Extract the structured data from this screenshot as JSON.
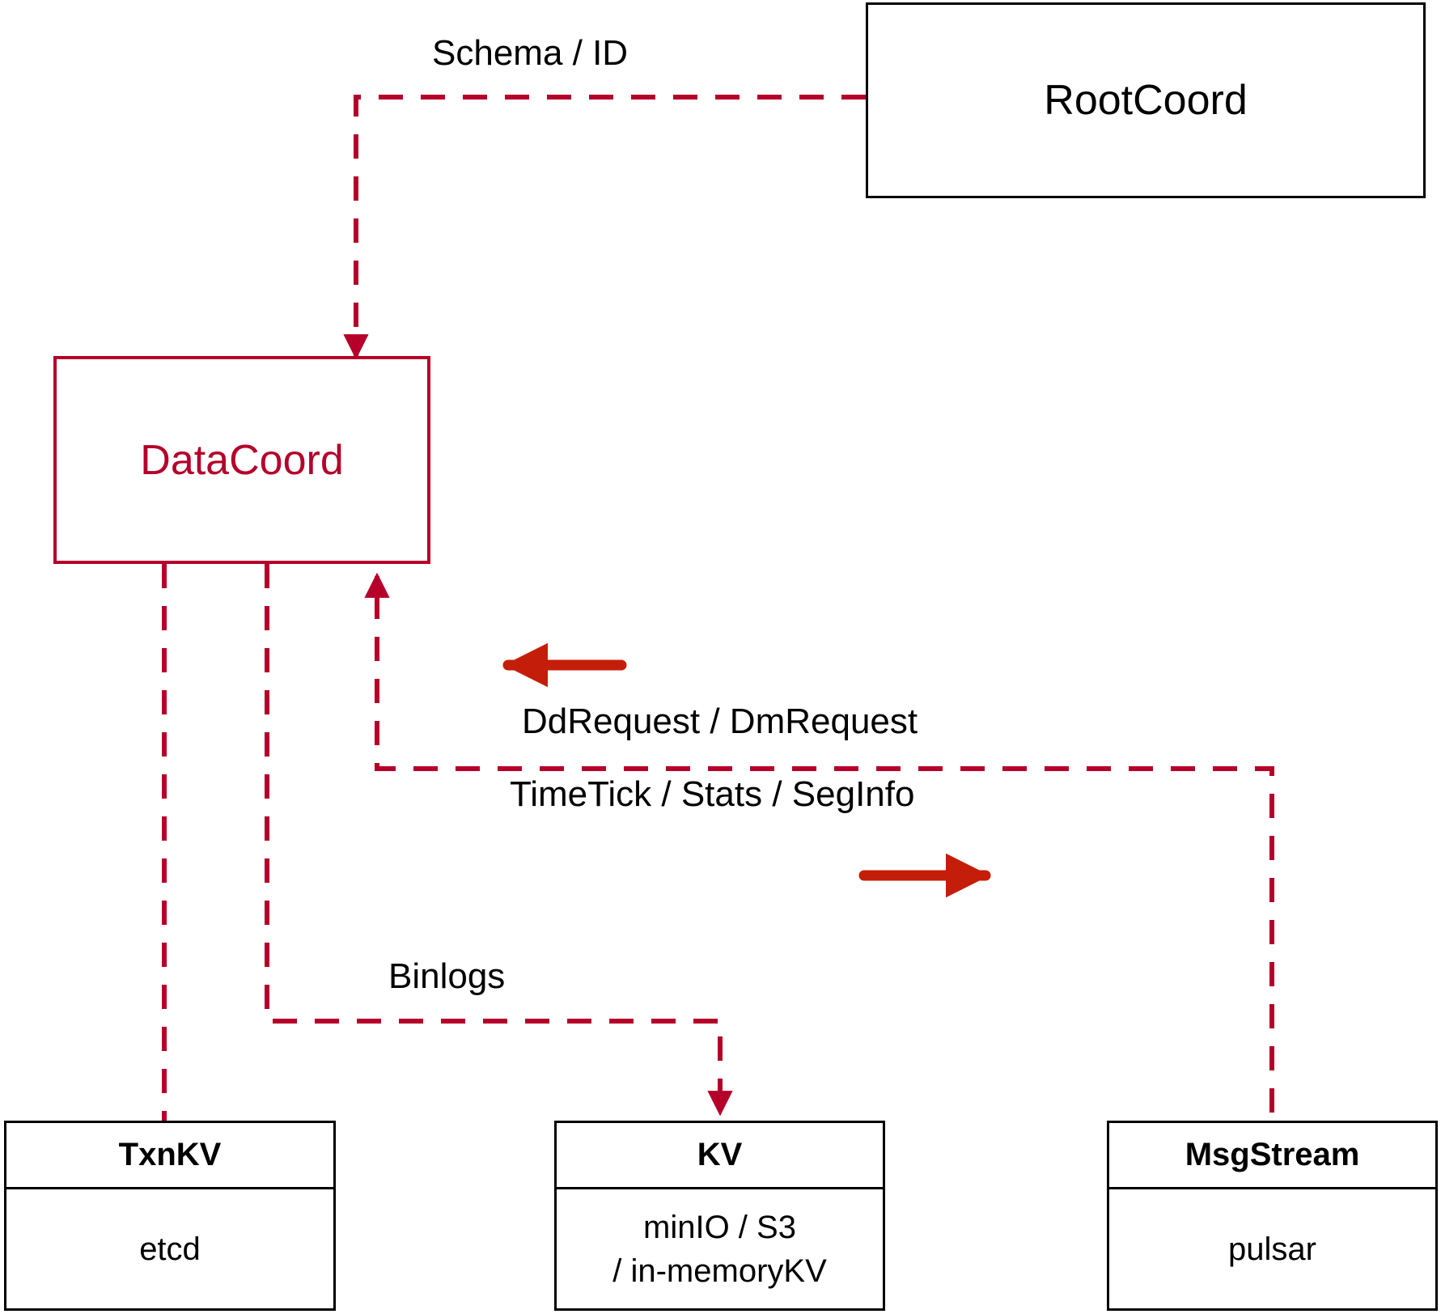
{
  "diagram": {
    "title": "DataCoord component interaction diagram",
    "colors": {
      "accent": "#b5002a",
      "arrow_solid": "#c41e0a",
      "outline": "#000000",
      "background": "#ffffff"
    },
    "nodes": [
      {
        "id": "rootcoord",
        "label": "RootCoord",
        "style": "plain"
      },
      {
        "id": "datacoord",
        "label": "DataCoord",
        "style": "accent"
      },
      {
        "id": "txnkv",
        "label": "TxnKV",
        "style": "store",
        "body": [
          "etcd"
        ]
      },
      {
        "id": "kv",
        "label": "KV",
        "style": "store",
        "body": [
          "minIO / S3",
          "/ in-memoryKV"
        ]
      },
      {
        "id": "msgstream",
        "label": "MsgStream",
        "style": "store",
        "body": [
          "pulsar"
        ]
      }
    ],
    "edge_labels": [
      {
        "id": "schema-id",
        "text": "Schema / ID"
      },
      {
        "id": "dd-dm-request",
        "text": "DdRequest / DmRequest"
      },
      {
        "id": "timetick-stats-seginfo",
        "text": "TimeTick / Stats / SegInfo"
      },
      {
        "id": "binlogs",
        "text": "Binlogs"
      }
    ],
    "edges": [
      {
        "from": "rootcoord",
        "to": "datacoord",
        "label": "Schema / ID",
        "style": "dashed",
        "arrow": "to"
      },
      {
        "from": "msgstream",
        "to": "datacoord",
        "label": "DdRequest / DmRequest",
        "style": "solid-indicator",
        "arrow": "left"
      },
      {
        "from": "datacoord",
        "to": "msgstream",
        "label": "TimeTick / Stats / SegInfo",
        "style": "solid-indicator",
        "arrow": "right"
      },
      {
        "from": "datacoord",
        "to": "kv",
        "label": "Binlogs",
        "style": "dashed",
        "arrow": "to"
      },
      {
        "from": "datacoord",
        "to": "txnkv",
        "label": "",
        "style": "dashed",
        "arrow": "none"
      }
    ]
  }
}
